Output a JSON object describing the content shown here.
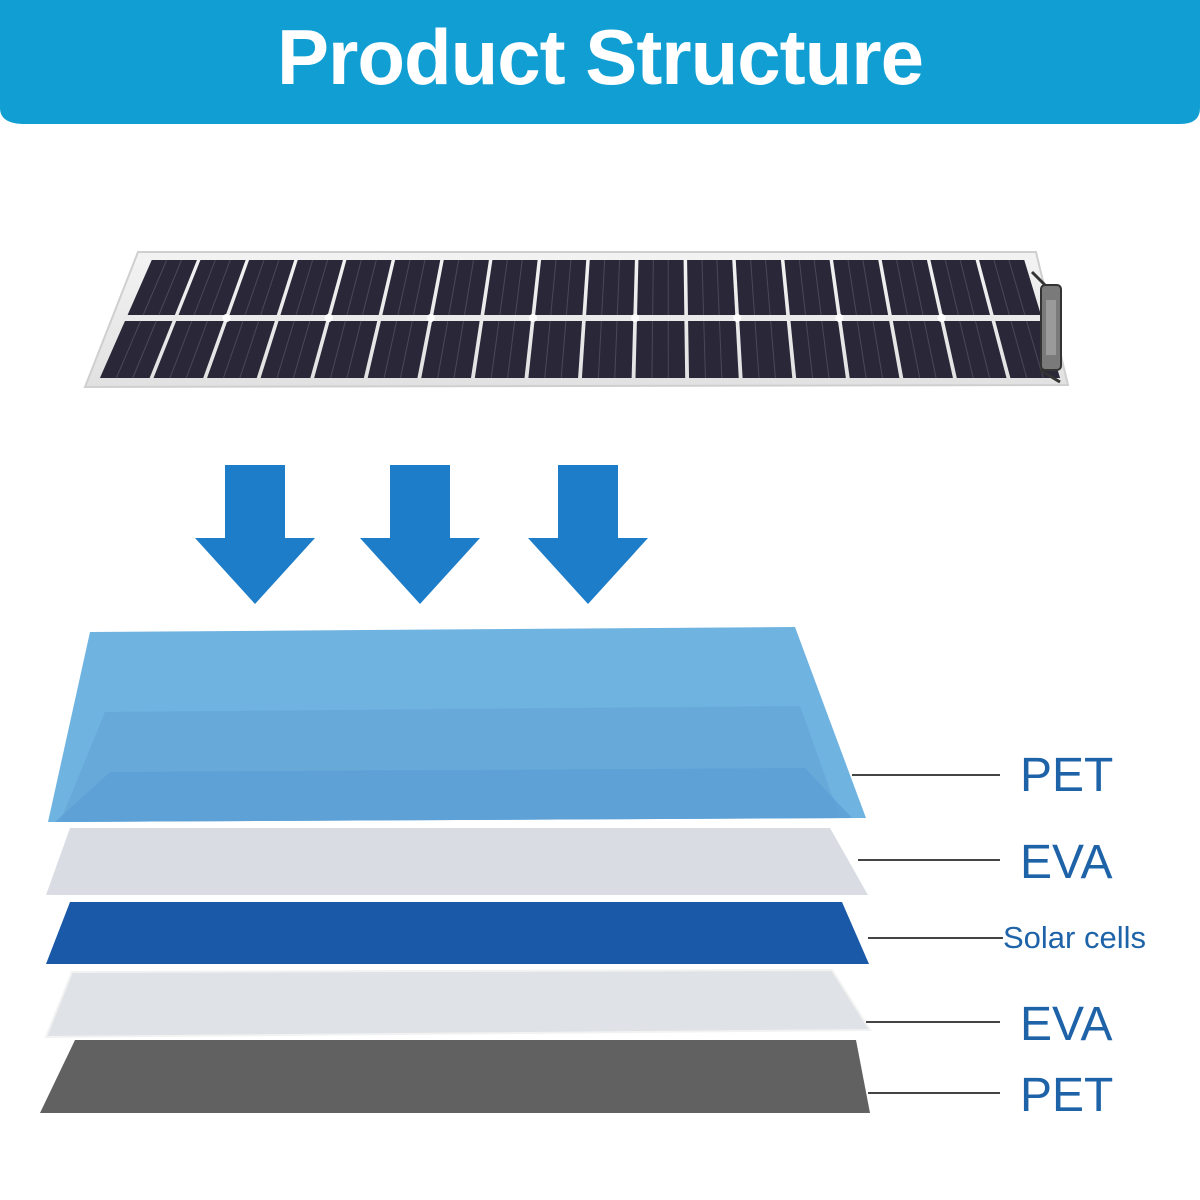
{
  "title": "Product Structure",
  "colors": {
    "header": "#119fd3",
    "arrow": "#1e7dc8",
    "label": "#1e63a8",
    "panel_cells": "#2a2838",
    "pet_top": "#6fb3e1",
    "eva": "#d9dde3",
    "solar_cells": "#1959a8",
    "pet_bottom": "#616161"
  },
  "layers": [
    {
      "id": "pet-top",
      "label": "PET"
    },
    {
      "id": "eva-top",
      "label": "EVA"
    },
    {
      "id": "solar-cells",
      "label": "Solar cells"
    },
    {
      "id": "eva-bottom",
      "label": "EVA"
    },
    {
      "id": "pet-bottom",
      "label": "PET"
    }
  ]
}
